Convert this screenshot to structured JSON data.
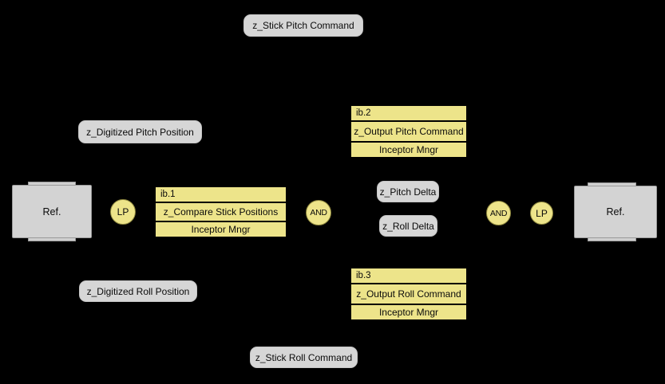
{
  "diagram": {
    "background_color": "#000000",
    "node_fill_color": "#EDE48A",
    "label_fill_color": "#D6D6D6",
    "ref_fill_color": "#D3D3D3",
    "labels": {
      "stick_pitch_command": "z_Stick Pitch Command",
      "digitized_pitch_position": "z_Digitized Pitch Position",
      "pitch_delta": "z_Pitch Delta",
      "roll_delta": "z_Roll Delta",
      "digitized_roll_position": "z_Digitized Roll Position",
      "stick_roll_command": "z_Stick Roll Command"
    },
    "blocks": {
      "ib1": {
        "id": "ib.1",
        "name": "z_Compare Stick Positions",
        "component": "Inceptor Mngr"
      },
      "ib2": {
        "id": "ib.2",
        "name": "z_Output Pitch Command",
        "component": "Inceptor Mngr"
      },
      "ib3": {
        "id": "ib.3",
        "name": "z_Output Roll Command",
        "component": "Inceptor Mngr"
      }
    },
    "operators": {
      "lp_left": "LP",
      "and_left": "AND",
      "and_right": "AND",
      "lp_right": "LP"
    },
    "refs": {
      "left": "Ref.",
      "right": "Ref."
    }
  }
}
